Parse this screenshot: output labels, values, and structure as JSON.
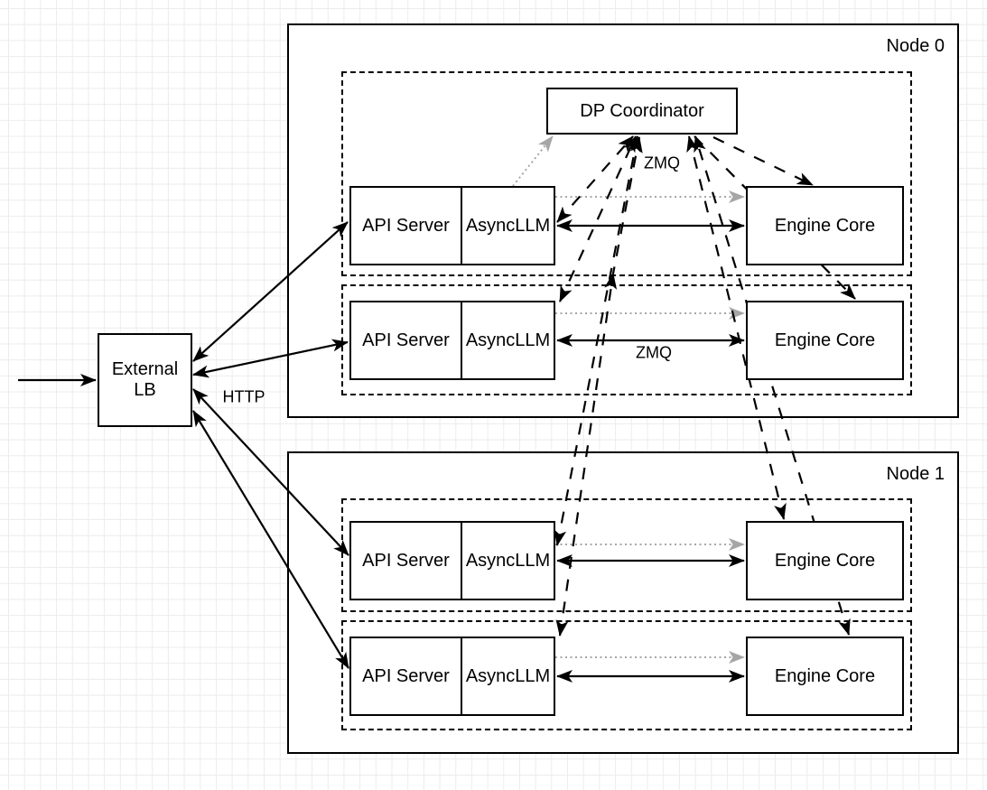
{
  "lb": {
    "line1": "External",
    "line2": "LB"
  },
  "labels": {
    "http": "HTTP",
    "zmq_top": "ZMQ",
    "zmq_mid": "ZMQ"
  },
  "node0": {
    "label": "Node 0",
    "coordinator": "DP Coordinator",
    "rank0": {
      "api": "API Server",
      "async": "AsyncLLM",
      "engine": "Engine Core"
    },
    "rank1": {
      "api": "API Server",
      "async": "AsyncLLM",
      "engine": "Engine Core"
    }
  },
  "node1": {
    "label": "Node 1",
    "rank0": {
      "api": "API Server",
      "async": "AsyncLLM",
      "engine": "Engine Core"
    },
    "rank1": {
      "api": "API Server",
      "async": "AsyncLLM",
      "engine": "Engine Core"
    }
  },
  "colors": {
    "stroke": "#000000",
    "gray_arrow": "#a6a6a6",
    "box_fill": "#ffffff",
    "grid": "#ececec"
  }
}
